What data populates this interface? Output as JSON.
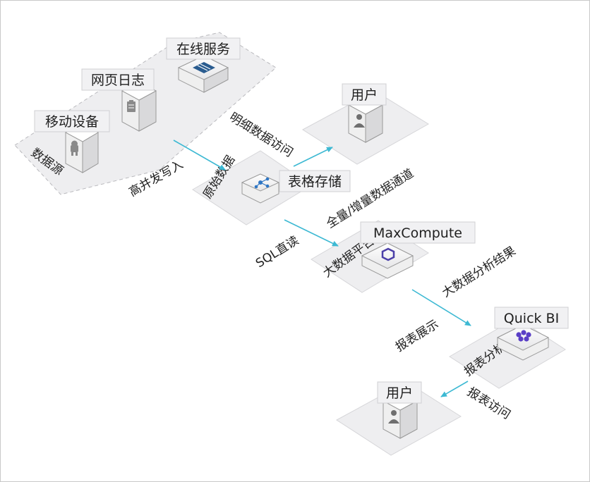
{
  "zones": {
    "data_source": "数据源",
    "raw_data": "原始数据",
    "big_data_platform": "大数据平台",
    "report_analysis": "报表分析"
  },
  "nodes": {
    "online_service": "在线服务",
    "web_log": "网页日志",
    "mobile_device": "移动设备",
    "user_top": "用户",
    "table_store": "表格存储",
    "maxcompute": "MaxCompute",
    "quick_bi": "Quick BI",
    "user_bottom": "用户"
  },
  "flows": {
    "high_concurrency_write": "高并发写入",
    "detail_data_access": "明细数据访问",
    "full_incremental_channel": "全量/增量数据通道",
    "sql_direct_read": "SQL直读",
    "big_data_analysis_result": "大数据分析结果",
    "report_display": "报表展示",
    "report_access": "报表访问"
  },
  "colors": {
    "arrow": "#3db9d3",
    "platform_fill": "#eeeef0",
    "platform_stroke": "#d6d6d9",
    "tag_fill": "#f1f1f3",
    "device_front": "#efefef",
    "device_side": "#d9d9db",
    "icon_dark": "#2a5c8f",
    "table_store_icon": "#2f76c4",
    "maxcompute_icon": "#4b3fa8",
    "quick_bi_icon": "#5a3fc6"
  },
  "icons": {
    "server": "server-icon",
    "log": "clipboard-log-icon",
    "mobile": "android-icon",
    "user": "user-icon",
    "table_store": "network-nodes-icon",
    "maxcompute": "hexagon-ring-icon",
    "quick_bi": "cube-cluster-icon"
  }
}
